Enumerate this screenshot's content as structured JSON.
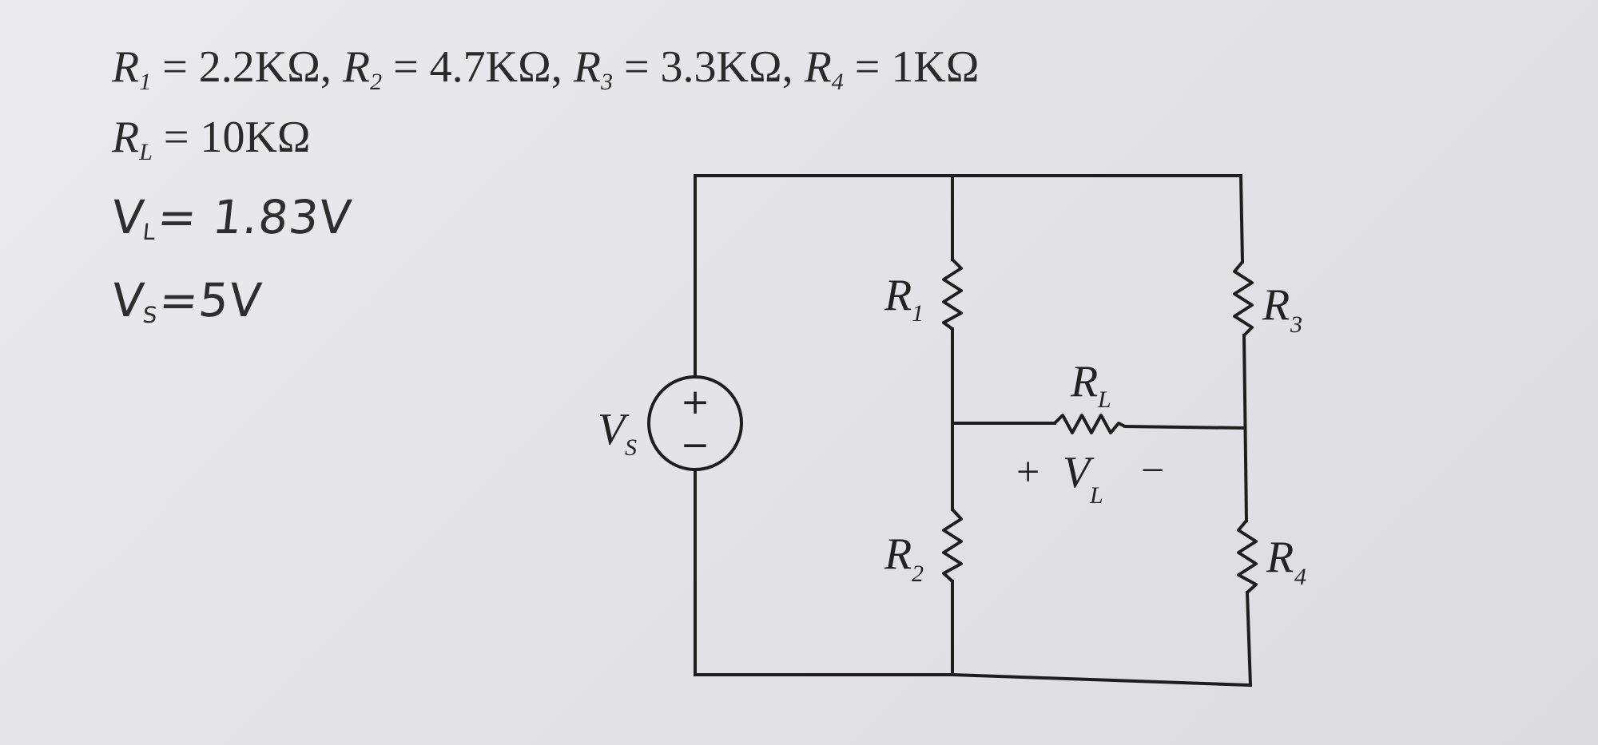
{
  "given": {
    "r1": {
      "sym": "R",
      "sub": "1",
      "val": " = 2.2KΩ,"
    },
    "r2": {
      "sym": "R",
      "sub": "2",
      "val": " = 4.7KΩ,"
    },
    "r3": {
      "sym": "R",
      "sub": "3",
      "val": " = 3.3KΩ,"
    },
    "r4": {
      "sym": "R",
      "sub": "4",
      "val": " = 1KΩ"
    },
    "rl": {
      "sym": "R",
      "sub": "L",
      "val": " = 10KΩ"
    }
  },
  "handwritten": {
    "vl": {
      "sym": "V",
      "sub": "L",
      "val": "= 1.83V"
    },
    "vs": {
      "sym": "V",
      "sub": "S",
      "val": "=5V"
    }
  },
  "circuit": {
    "source": {
      "sym": "V",
      "sub": "S",
      "plus": "+",
      "minus": "−"
    },
    "r1": {
      "sym": "R",
      "sub": "1"
    },
    "r2": {
      "sym": "R",
      "sub": "2"
    },
    "r3": {
      "sym": "R",
      "sub": "3"
    },
    "r4": {
      "sym": "R",
      "sub": "4"
    },
    "rl": {
      "sym": "R",
      "sub": "L"
    },
    "vl": {
      "plus": "+",
      "sym": "V",
      "sub": "L",
      "minus": "−"
    }
  },
  "colors": {
    "ink": "#1e1e1e",
    "paper": "#e6e6ea"
  }
}
